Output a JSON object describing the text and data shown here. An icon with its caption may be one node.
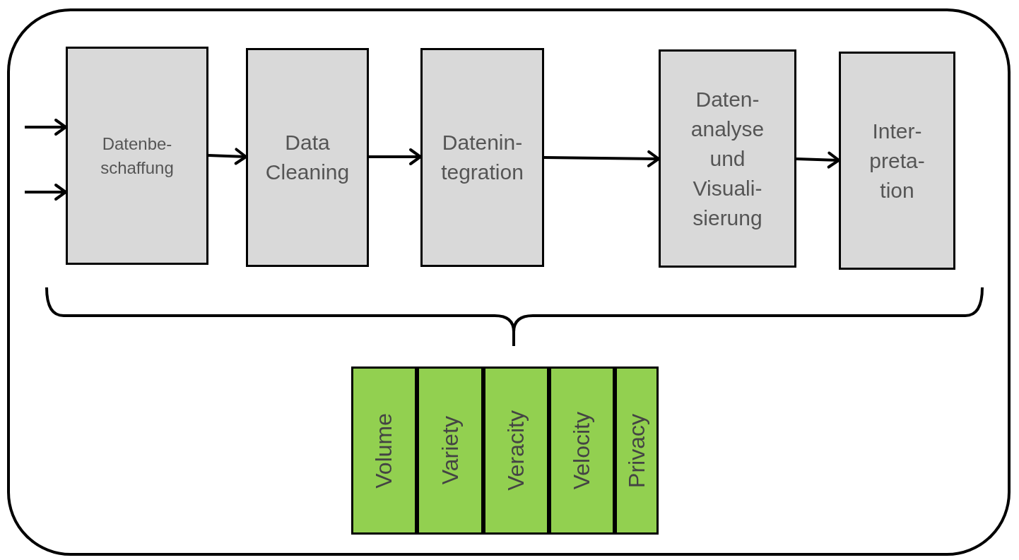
{
  "diagram": {
    "nodes": [
      {
        "text": [],
        "shape": "box"
      },
      {
        "text": [
          "Datenbe- schaffung"
        ],
        "in": 0
      },
      {
        "text": [
          "Data Cleaning"
        ],
        "in": 0
      },
      {
        "text": [
          "Datenin- tegration"
        ],
        "in": 0
      },
      {
        "text": [
          "Daten- analyse und Visuali- sierung"
        ],
        "in": 0
      },
      {
        "text": [
          "Inter- preta- tion"
        ],
        "in": 0
      },
      {
        "text": [
          "Volume"
        ],
        "in": 0
      },
      {
        "text": [
          "Variety"
        ],
        "in": 0
      },
      {
        "text": [
          "Veracity"
        ],
        "in": 0
      },
      {
        "text": [
          "Velocity"
        ],
        "in": 0
      },
      {
        "text": [
          "Privacy"
        ],
        "in": 0
      }
    ],
    "edges": [
      {
        "from": null,
        "to": 1,
        "arrow": "to"
      },
      {
        "from": null,
        "to": 1,
        "arrow": "to"
      },
      {
        "from": 1,
        "to": 2,
        "arrow": "to"
      },
      {
        "from": 2,
        "to": 3,
        "arrow": "to"
      },
      {
        "from": 3,
        "to": 4,
        "arrow": "to"
      },
      {
        "from": 4,
        "to": 5,
        "arrow": "to"
      }
    ]
  }
}
